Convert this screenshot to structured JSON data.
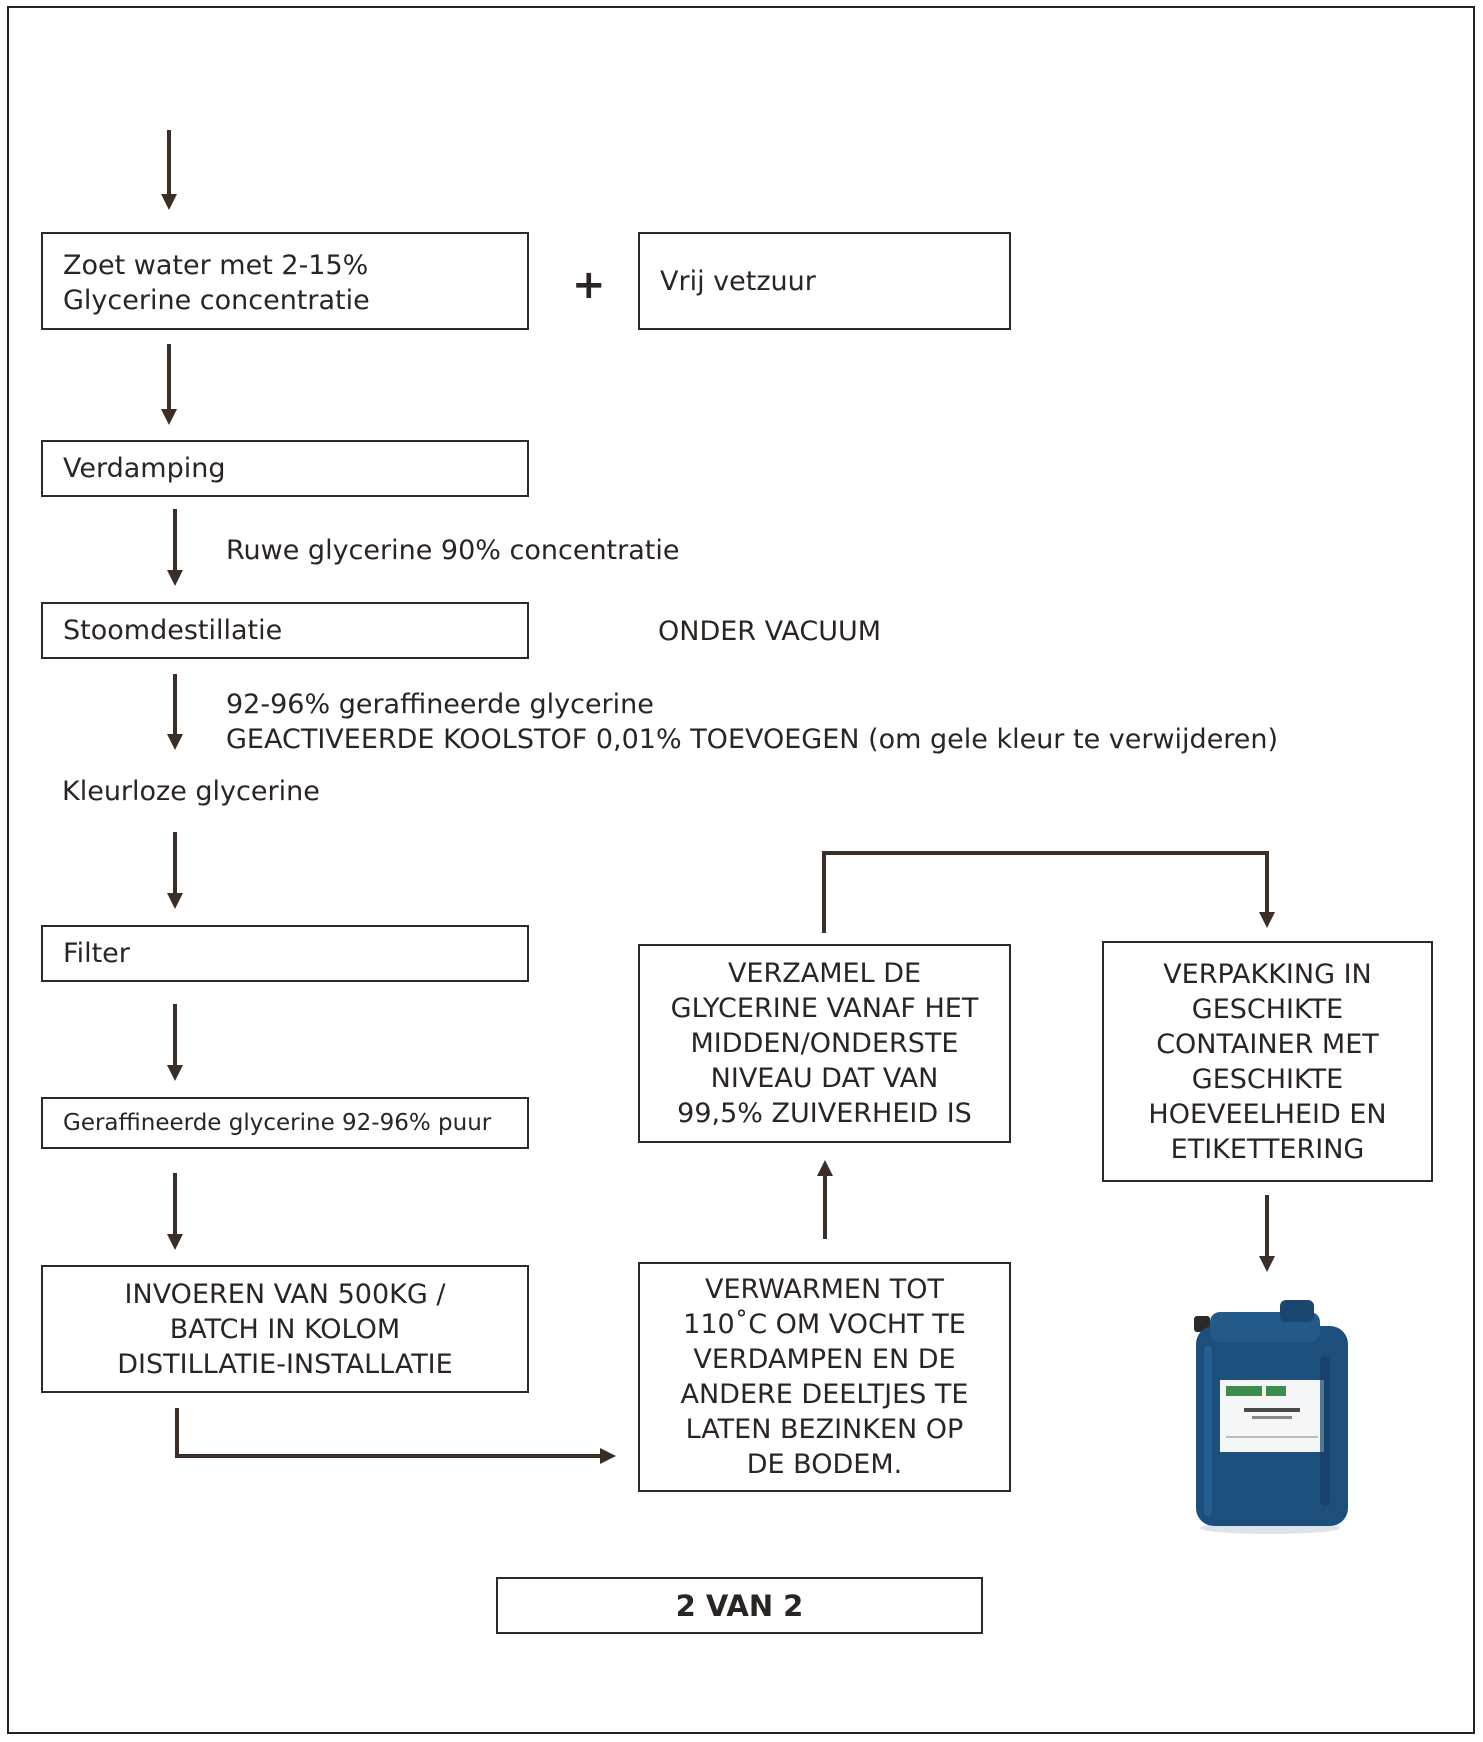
{
  "boxes": {
    "zoet_water": "Zoet water met 2-15%\nGlycerine concentratie",
    "vrij_vetzuur": "Vrij vetzuur",
    "verdamping": "Verdamping",
    "stoomdestillatie": "Stoomdestillatie",
    "filter": "Filter",
    "geraffineerde": "Geraffineerde glycerine 92-96% puur",
    "invoeren": "INVOEREN VAN 500KG /\nBATCH IN KOLOM\nDISTILLATIE-INSTALLATIE",
    "verwarmen": "VERWARMEN TOT\n110˚C OM VOCHT TE\nVERDAMPEN EN DE\nANDERE DEELTJES TE\nLATEN BEZINKEN OP\nDE BODEM.",
    "verzamel": "VERZAMEL DE\nGLYCERINE VANAF HET\nMIDDEN/ONDERSTE\nNIVEAU DAT VAN\n99,5% ZUIVERHEID IS",
    "verpakking": "VERPAKKING IN\nGESCHIKTE\nCONTAINER MET\nGESCHIKTE\nHOEVEELHEID EN\nETIKETTERING"
  },
  "labels": {
    "plus": "+",
    "ruwe": "Ruwe glycerine 90% concentratie",
    "onder_vacuum": "ONDER VACUUM",
    "geraffineerd_line1": "92-96% geraffineerde glycerine",
    "geraffineerd_line2": "GEACTIVEERDE KOOLSTOF 0,01% TOEVOEGEN (om gele kleur te verwijderen)",
    "kleurloze": "Kleurloze glycerine"
  },
  "page_indicator": "2 VAN 2",
  "image": {
    "label": "Glycerine",
    "icon": "blue-jerrycan-icon"
  },
  "colors": {
    "arrow": "#3a2e26",
    "container": "#1d4f7c"
  }
}
